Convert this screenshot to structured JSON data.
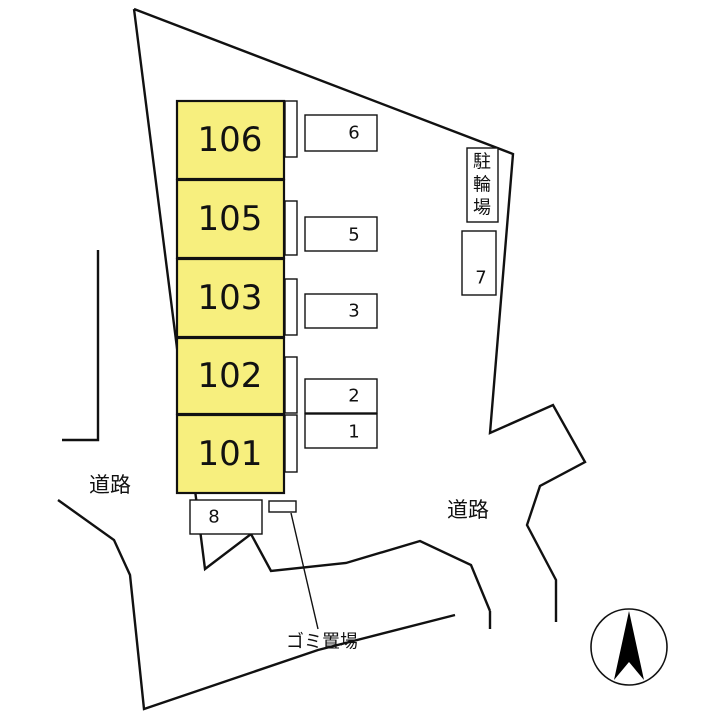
{
  "units": [
    {
      "id": "106",
      "label": "106"
    },
    {
      "id": "105",
      "label": "105"
    },
    {
      "id": "103",
      "label": "103"
    },
    {
      "id": "102",
      "label": "102"
    },
    {
      "id": "101",
      "label": "101"
    }
  ],
  "parking_spots": [
    "6",
    "5",
    "3",
    "2",
    "1",
    "7",
    "8"
  ],
  "bicycle_parking": [
    "駐",
    "輪",
    "場"
  ],
  "road_label_left": "道路",
  "road_label_right": "道路",
  "garbage_label": "ゴミ置場",
  "colors": {
    "unit_fill": "#f7ef7e",
    "line": "#111111",
    "compass_arrow": "#000000"
  }
}
